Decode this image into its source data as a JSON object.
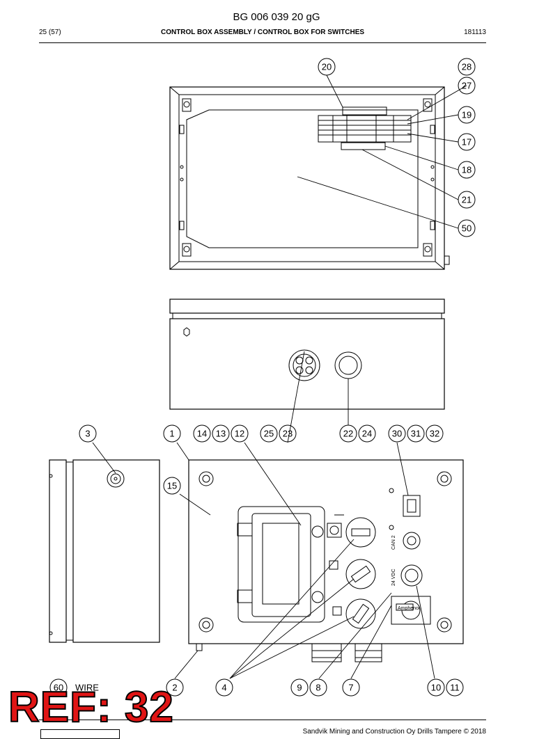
{
  "header": {
    "doc_title": "BG 006 039 20 gG",
    "page": "25 (57)",
    "section": "CONTROL BOX ASSEMBLY / CONTROL BOX FOR SWITCHES",
    "doc_date": "181113"
  },
  "callouts": {
    "c20": "20",
    "c28": "28",
    "c27": "27",
    "c19": "19",
    "c17": "17",
    "c18": "18",
    "c21": "21",
    "c50": "50",
    "c3": "3",
    "c1": "1",
    "c14": "14",
    "c13": "13",
    "c12": "12",
    "c25": "25",
    "c23": "23",
    "c22": "22",
    "c24": "24",
    "c30": "30",
    "c31": "31",
    "c32": "32",
    "c15": "15",
    "c60": "60",
    "c2": "2",
    "c4": "4",
    "c9": "9",
    "c8": "8",
    "c7": "7",
    "c10": "10",
    "c11": "11"
  },
  "labels": {
    "wire": "WIRE",
    "can2": "CAN 2",
    "vdc": "24 VDC",
    "amphenol": "Amphenol"
  },
  "footer": {
    "copyright": "Sandvik Mining and Construction Oy Drills Tampere © 2018"
  },
  "overlay": {
    "ref": "REF: 32"
  }
}
